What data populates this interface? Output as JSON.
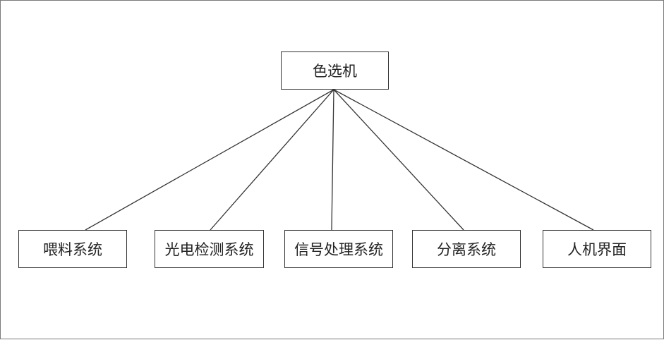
{
  "diagram": {
    "root": {
      "label": "色选机"
    },
    "children": [
      {
        "label": "喂料系统"
      },
      {
        "label": "光电检测系统"
      },
      {
        "label": "信号处理系统"
      },
      {
        "label": "分离系统"
      },
      {
        "label": "人机界面"
      }
    ],
    "colors": {
      "line": "#333333",
      "border": "#333333",
      "text": "#222222",
      "background": "#ffffff"
    }
  }
}
